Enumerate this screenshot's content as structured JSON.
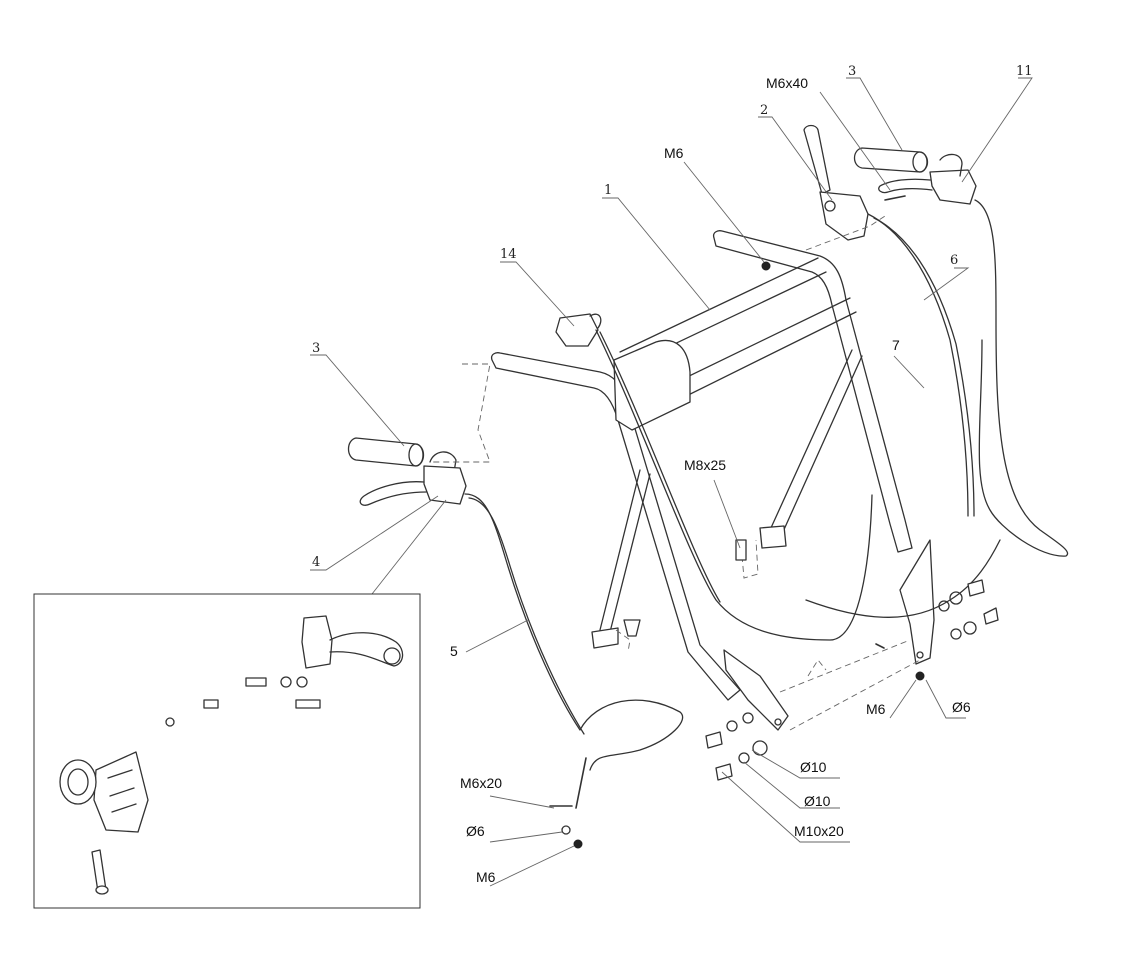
{
  "callouts": {
    "p1": "1",
    "p2": "2",
    "p3_right": "3",
    "p3_left": "3",
    "p4": "4",
    "p5": "5",
    "p6": "6",
    "p7": "7",
    "p11": "11",
    "p14": "14"
  },
  "hardware": {
    "m6x40": "M6x40",
    "m6_top": "M6",
    "m8x25": "M8x25",
    "m6x20": "M6x20",
    "d6_left": "Ø6",
    "m6_bottom": "M6",
    "m6_right": "M6",
    "d6_right": "Ø6",
    "d10_a": "Ø10",
    "d10_b": "Ø10",
    "m10x20": "M10x20"
  }
}
